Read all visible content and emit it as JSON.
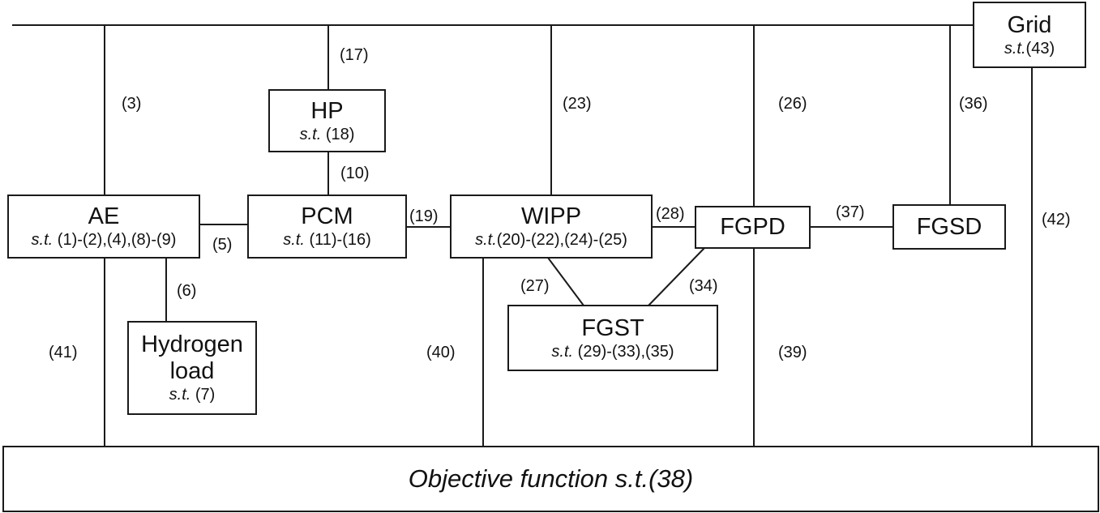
{
  "nodes": {
    "grid": {
      "name": "Grid",
      "st_prefix": "s.t.",
      "st_refs": "(43)"
    },
    "hp": {
      "name": "HP",
      "st_prefix": "s.t.",
      "st_refs": "(18)"
    },
    "ae": {
      "name": "AE",
      "st_prefix": "s.t.",
      "st_refs": "(1)-(2),(4),(8)-(9)"
    },
    "pcm": {
      "name": "PCM",
      "st_prefix": "s.t.",
      "st_refs": "(11)-(16)"
    },
    "wipp": {
      "name": "WIPP",
      "st_prefix": "s.t.",
      "st_refs": "(20)-(22),(24)-(25)"
    },
    "fgpd": {
      "name": "FGPD"
    },
    "fgsd": {
      "name": "FGSD"
    },
    "hydrogen_load": {
      "name_line1": "Hydrogen",
      "name_line2": "load",
      "st_prefix": "s.t.",
      "st_refs": "(7)"
    },
    "fgst": {
      "name": "FGST",
      "st_prefix": "s.t.",
      "st_refs": "(29)-(33),(35)"
    }
  },
  "objective": "Objective function s.t.(38)",
  "edge_labels": {
    "e3": "(3)",
    "e5": "(5)",
    "e6": "(6)",
    "e10": "(10)",
    "e17": "(17)",
    "e19": "(19)",
    "e23": "(23)",
    "e26": "(26)",
    "e27": "(27)",
    "e28": "(28)",
    "e34": "(34)",
    "e36": "(36)",
    "e37": "(37)",
    "e39": "(39)",
    "e40": "(40)",
    "e41": "(41)",
    "e42": "(42)"
  }
}
